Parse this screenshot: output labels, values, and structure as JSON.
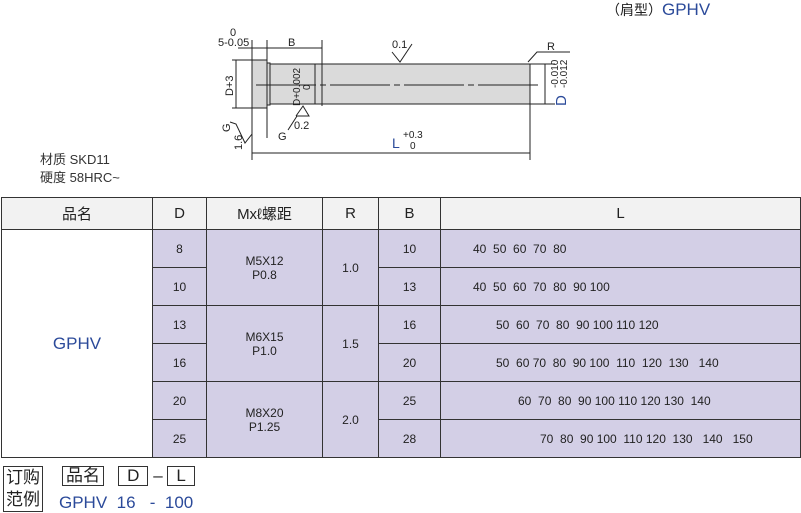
{
  "title": {
    "prefix": "（肩型）",
    "code": "GPHV"
  },
  "drawing": {
    "head_tol_top": "0",
    "head_tol": "5-0.05",
    "b": "B",
    "roughness_top": "0.1",
    "r": "R",
    "head_dia": "D+3",
    "fit_tol": "D+0.002",
    "fit_tol_low": "0",
    "g_roughness": "0.2",
    "g": "G",
    "shaft_tol_top": "-0.010",
    "shaft_tol_low": "-0.012",
    "shaft_d": "D",
    "g2": "G",
    "g_val": "1.6",
    "l": "L",
    "l_tol_top": "+0.3",
    "l_tol_low": "0"
  },
  "material": {
    "line1": "材质 SKD11",
    "line2": "硬度 58HRC~"
  },
  "table": {
    "headers": [
      "品名",
      "D",
      "Mxℓ螺距",
      "R",
      "B",
      "L"
    ],
    "name": "GPHV",
    "rows": [
      {
        "d": "8",
        "b": "10",
        "l": "40  50  60  70  80"
      },
      {
        "d": "10",
        "b": "13",
        "l": "40  50  60  70  80  90 100"
      },
      {
        "d": "13",
        "b": "16",
        "l": "50  60  70  80  90 100 110 120"
      },
      {
        "d": "16",
        "b": "20",
        "l": "50  60 70  80  90 100  110  120  130   140"
      },
      {
        "d": "20",
        "b": "25",
        "l": "60  70  80  90 100 110 120 130  140"
      },
      {
        "d": "25",
        "b": "28",
        "l": "70  80  90 100  110 120  130   140   150"
      }
    ],
    "groups": [
      {
        "m": "M5X12",
        "p": "P0.8",
        "r": "1.0"
      },
      {
        "m": "M6X15",
        "p": "P1.0",
        "r": "1.5"
      },
      {
        "m": "M8X20",
        "p": "P1.25",
        "r": "2.0"
      }
    ]
  },
  "order": {
    "label1": "订购",
    "label2": "范例",
    "f1": "品名",
    "f2": "D",
    "dash": "–",
    "f3": "L",
    "ex_name": "GPHV",
    "ex_d": "16",
    "ex_dash": "-",
    "ex_l": "100"
  }
}
